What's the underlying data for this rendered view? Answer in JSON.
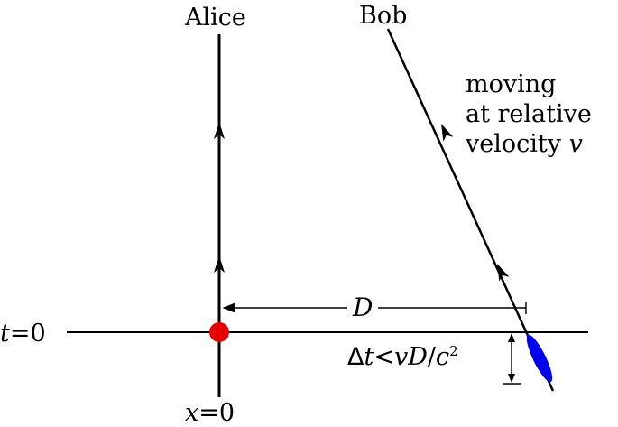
{
  "labels": {
    "alice": "Alice",
    "bob": "Bob",
    "velocity_line1": "moving",
    "velocity_line2": "at relative",
    "velocity_line3": "velocity",
    "velocity_var": "v",
    "distance": "D",
    "t_axis_var": "t",
    "t_axis_eq": "=0",
    "x_axis_var": "x",
    "x_axis_eq": "=0",
    "delta_prefix": "Δ",
    "delta_t": "t",
    "delta_lt": "<",
    "delta_v": "v",
    "delta_D": "D",
    "delta_slash": "/",
    "delta_c": "c",
    "delta_exp": "2"
  },
  "colors": {
    "event_dot": "#e80000",
    "bob_event": "#0000ee",
    "line": "#000000"
  }
}
